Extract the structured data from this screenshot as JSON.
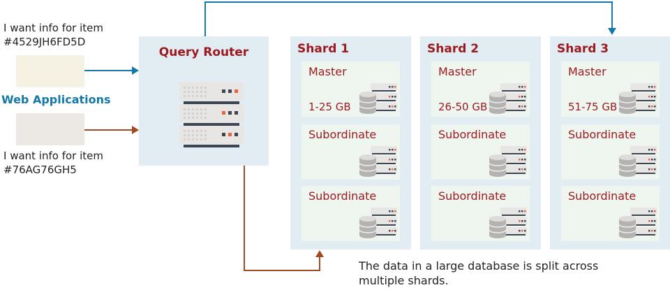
{
  "requests": [
    {
      "text_line1": "I want info for item",
      "text_line2": "#4529JH6FD5D",
      "box_color": "#f5f2e3",
      "arrow_color": "#1478a8"
    },
    {
      "text_line1": "I want info for item",
      "text_line2": "#76AG76GH5",
      "box_color": "#ece9e4",
      "arrow_color": "#a14a24"
    }
  ],
  "web_applications_label": "Web Applications",
  "router": {
    "title": "Query Router",
    "icon": "server-rack-icon"
  },
  "shards": [
    {
      "title": "Shard 1",
      "nodes": [
        {
          "role": "Master",
          "range": "1-25 GB"
        },
        {
          "role": "Subordinate",
          "range": ""
        },
        {
          "role": "Subordinate",
          "range": ""
        }
      ]
    },
    {
      "title": "Shard 2",
      "nodes": [
        {
          "role": "Master",
          "range": "26-50 GB"
        },
        {
          "role": "Subordinate",
          "range": ""
        },
        {
          "role": "Subordinate",
          "range": ""
        }
      ]
    },
    {
      "title": "Shard 3",
      "nodes": [
        {
          "role": "Master",
          "range": "51-75 GB"
        },
        {
          "role": "Subordinate",
          "range": ""
        },
        {
          "role": "Subordinate",
          "range": ""
        }
      ]
    }
  ],
  "caption_line1": "The data in a large database is split across",
  "caption_line2": "multiple shards.",
  "colors": {
    "blue_arrow": "#1478a8",
    "brown_arrow": "#a14a24",
    "title_red": "#9b1b20"
  }
}
